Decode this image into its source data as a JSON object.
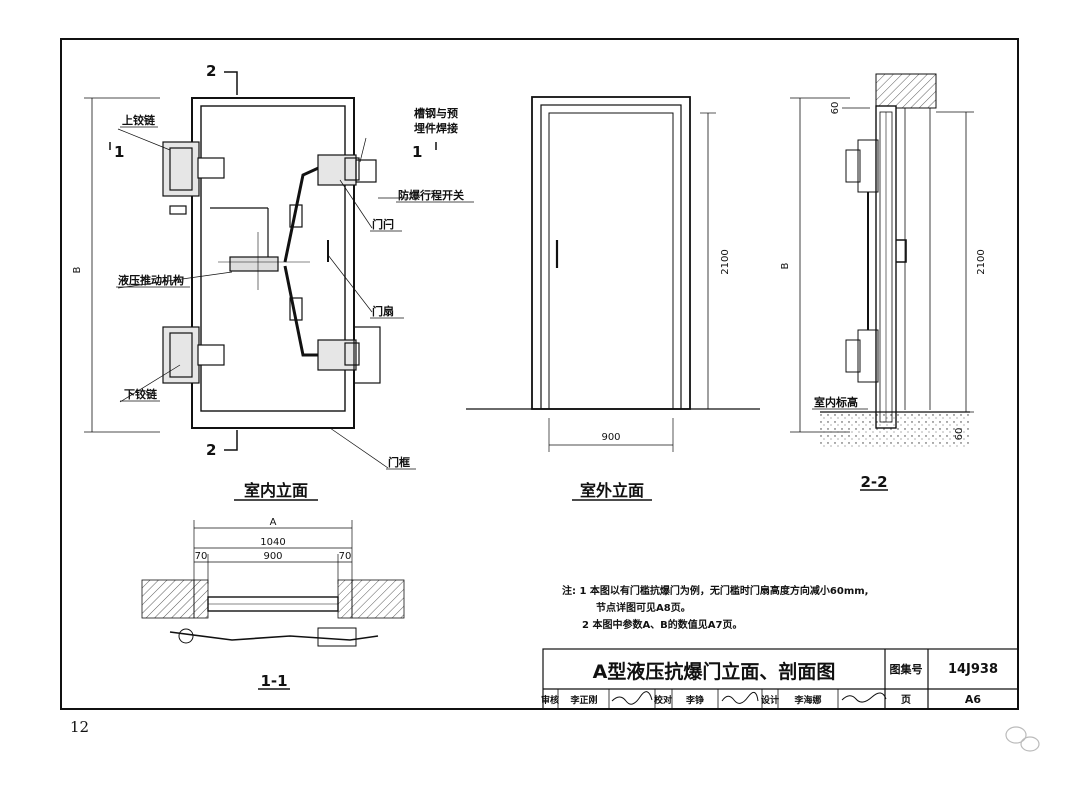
{
  "labels": {
    "top_hinge": "上铰链",
    "bottom_hinge": "下铰链",
    "channel_weld_1": "槽钢与预",
    "channel_weld_2": "埋件焊接",
    "limit_switch": "防爆行程开关",
    "door_bolt": "门闩",
    "hydraulic": "液压推动机构",
    "door_leaf": "门扇",
    "door_frame": "门框",
    "indoor_level": "室内标高",
    "section_1": "1",
    "section_2": "2",
    "dim_b": "B",
    "dim_2100": "2100",
    "dim_900": "900",
    "dim_a": "A",
    "dim_1040": "1040",
    "dim_70": "70",
    "dim_60": "60"
  },
  "views": {
    "indoor": "室内立面",
    "outdoor": "室外立面",
    "section_22": "2-2",
    "section_11": "1-1"
  },
  "notes": {
    "line1": "注: 1 本图以有门槛抗爆门为例，无门槛时门扇高度方向减小60mm,",
    "line2": "节点详图可见A8页。",
    "line3": "2 本图中参数A、B的数值见A7页。"
  },
  "title_block": {
    "title": "A型液压抗爆门立面、剖面图",
    "atlas_label": "图集号",
    "atlas_no": "14J938",
    "review": "审核",
    "reviewer": "李正刚",
    "check": "校对",
    "checker": "李铮",
    "design": "设计",
    "designer": "李海娜",
    "page_label": "页",
    "page_no": "A6"
  },
  "page_number": "12"
}
